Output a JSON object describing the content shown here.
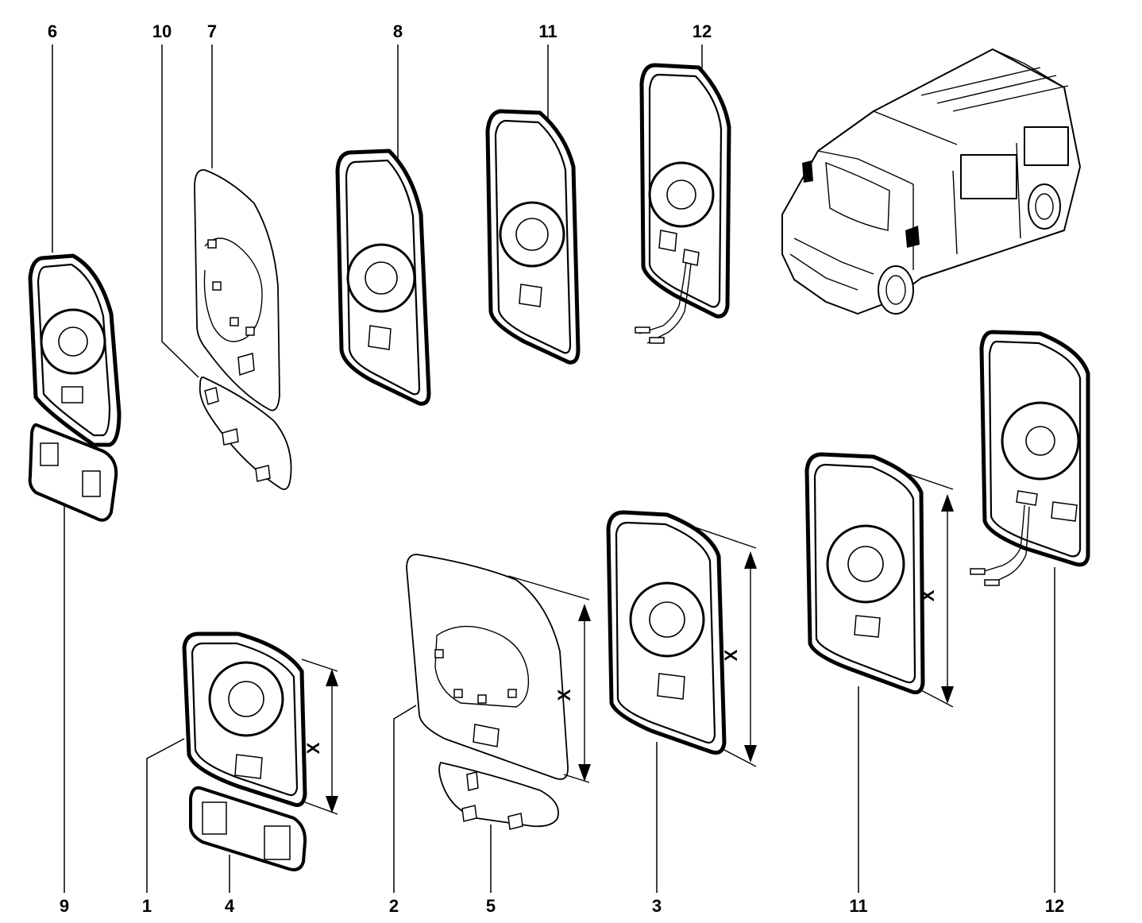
{
  "callouts": {
    "top": [
      "6",
      "10",
      "7",
      "8",
      "11",
      "12"
    ],
    "bottom": [
      "9",
      "1",
      "4",
      "2",
      "5",
      "3",
      "11",
      "12"
    ]
  },
  "dimension_label": "X"
}
